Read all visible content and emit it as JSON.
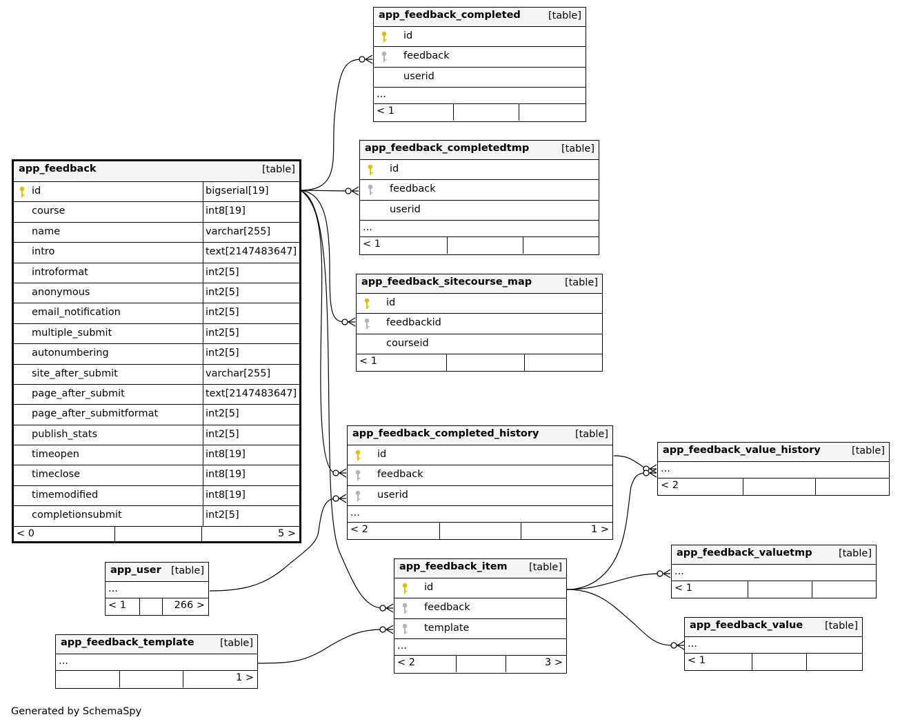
{
  "tables": {
    "app_feedback": {
      "name": "app_feedback",
      "tag": "[table]",
      "columns": [
        {
          "name": "id",
          "type": "bigserial[19]"
        },
        {
          "name": "course",
          "type": "int8[19]"
        },
        {
          "name": "name",
          "type": "varchar[255]"
        },
        {
          "name": "intro",
          "type": "text[2147483647]"
        },
        {
          "name": "introformat",
          "type": "int2[5]"
        },
        {
          "name": "anonymous",
          "type": "int2[5]"
        },
        {
          "name": "email_notification",
          "type": "int2[5]"
        },
        {
          "name": "multiple_submit",
          "type": "int2[5]"
        },
        {
          "name": "autonumbering",
          "type": "int2[5]"
        },
        {
          "name": "site_after_submit",
          "type": "varchar[255]"
        },
        {
          "name": "page_after_submit",
          "type": "text[2147483647]"
        },
        {
          "name": "page_after_submitformat",
          "type": "int2[5]"
        },
        {
          "name": "publish_stats",
          "type": "int2[5]"
        },
        {
          "name": "timeopen",
          "type": "int8[19]"
        },
        {
          "name": "timeclose",
          "type": "int8[19]"
        },
        {
          "name": "timemodified",
          "type": "int8[19]"
        },
        {
          "name": "completionsubmit",
          "type": "int2[5]"
        }
      ],
      "footer": {
        "left": "< 0",
        "right": "5 >"
      }
    },
    "app_feedback_completed": {
      "name": "app_feedback_completed",
      "tag": "[table]",
      "columns": [
        {
          "name": "id"
        },
        {
          "name": "feedback"
        },
        {
          "name": "userid"
        }
      ],
      "ellipsis": "...",
      "footer": {
        "left": "< 1",
        "right": ""
      }
    },
    "app_feedback_completedtmp": {
      "name": "app_feedback_completedtmp",
      "tag": "[table]",
      "columns": [
        {
          "name": "id"
        },
        {
          "name": "feedback"
        },
        {
          "name": "userid"
        }
      ],
      "ellipsis": "...",
      "footer": {
        "left": "< 1",
        "right": ""
      }
    },
    "app_feedback_sitecourse_map": {
      "name": "app_feedback_sitecourse_map",
      "tag": "[table]",
      "columns": [
        {
          "name": "id"
        },
        {
          "name": "feedbackid"
        },
        {
          "name": "courseid"
        }
      ],
      "footer": {
        "left": "< 1",
        "right": ""
      }
    },
    "app_feedback_completed_history": {
      "name": "app_feedback_completed_history",
      "tag": "[table]",
      "columns": [
        {
          "name": "id"
        },
        {
          "name": "feedback"
        },
        {
          "name": "userid"
        }
      ],
      "ellipsis": "...",
      "footer": {
        "left": "< 2",
        "right": "1 >"
      }
    },
    "app_feedback_value_history": {
      "name": "app_feedback_value_history",
      "tag": "[table]",
      "ellipsis": "...",
      "footer": {
        "left": "< 2",
        "right": ""
      }
    },
    "app_feedback_valuetmp": {
      "name": "app_feedback_valuetmp",
      "tag": "[table]",
      "ellipsis": "...",
      "footer": {
        "left": "< 1",
        "right": ""
      }
    },
    "app_feedback_value": {
      "name": "app_feedback_value",
      "tag": "[table]",
      "ellipsis": "...",
      "footer": {
        "left": "< 1",
        "right": ""
      }
    },
    "app_feedback_item": {
      "name": "app_feedback_item",
      "tag": "[table]",
      "columns": [
        {
          "name": "id"
        },
        {
          "name": "feedback"
        },
        {
          "name": "template"
        }
      ],
      "ellipsis": "...",
      "footer": {
        "left": "< 2",
        "right": "3 >"
      }
    },
    "app_user": {
      "name": "app_user",
      "tag": "[table]",
      "ellipsis": "...",
      "footer": {
        "left": "< 1",
        "right": "266 >"
      }
    },
    "app_feedback_template": {
      "name": "app_feedback_template",
      "tag": "[table]",
      "ellipsis": "...",
      "footer": {
        "left": "",
        "right": "1 >"
      }
    }
  },
  "colors": {
    "primary_key": "#d4c400",
    "foreign_key": "#b4b4b4",
    "header_bg": "#f4f4f4"
  },
  "credit": "Generated by SchemaSpy"
}
